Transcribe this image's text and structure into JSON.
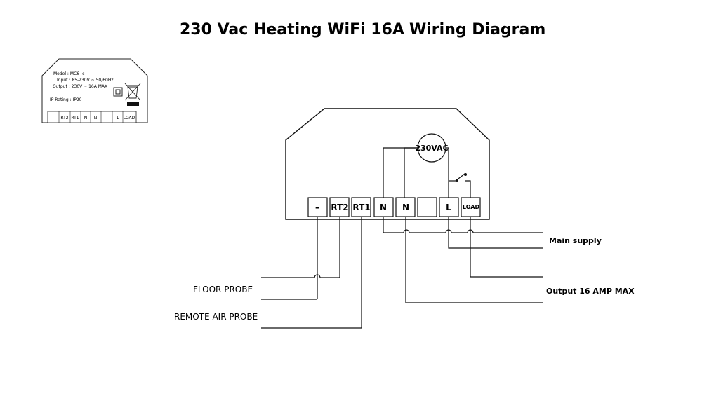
{
  "title": {
    "part1": "230 Vac Heating WiFi 16A",
    "part2": "Wiring Diagram"
  },
  "label_device": {
    "model": "Model  :  MC6 -c",
    "input": "Input  :  85-230V ~ 50/60Hz",
    "output": "Output  :  230V ~ 16A MAX",
    "ip_rating": "IP Rating  :  IP20",
    "terminals": [
      "–",
      "RT2",
      "RT1",
      "N",
      "N",
      "",
      "L",
      "LOAD"
    ]
  },
  "device": {
    "terminals": [
      "–",
      "RT2",
      "RT1",
      "N",
      "N",
      "",
      "L",
      "LOAD"
    ],
    "supply_circle": "230VAC"
  },
  "labels": {
    "main_supply": "Main supply",
    "output": "Output  16 AMP MAX",
    "floor_probe": "FLOOR PROBE",
    "remote_air_probe": "REMOTE AIR PROBE"
  }
}
